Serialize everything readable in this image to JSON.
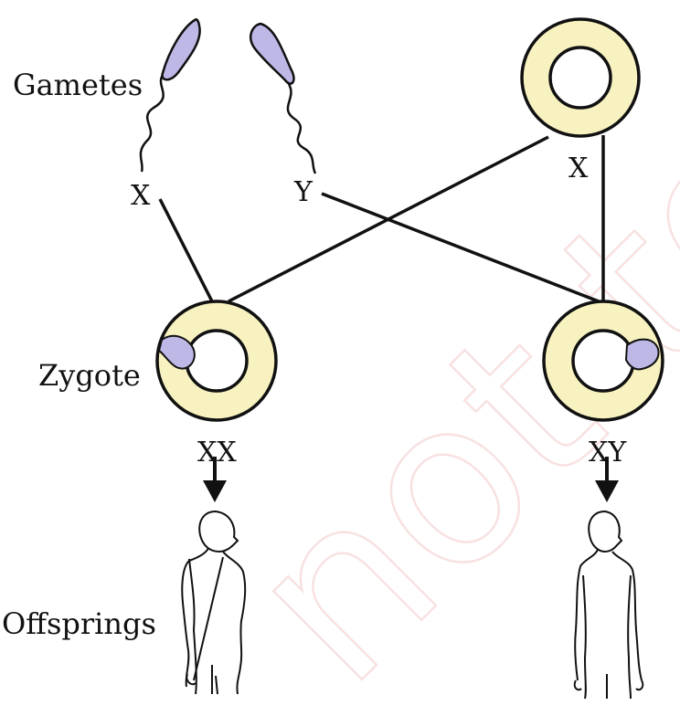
{
  "labels": {
    "gametes": "Gametes",
    "zygote": "Zygote",
    "offsprings": "Offsprings"
  },
  "gametes": {
    "sperm_1": "X",
    "sperm_2": "Y",
    "egg": "X"
  },
  "zygotes": {
    "female": "XX",
    "male": "XY"
  },
  "watermark": "not to",
  "colors": {
    "egg_fill": "#f7f2c0",
    "sperm_head": "#bdb8e6",
    "stroke": "#111111",
    "watermark": "#f3c9c9"
  }
}
